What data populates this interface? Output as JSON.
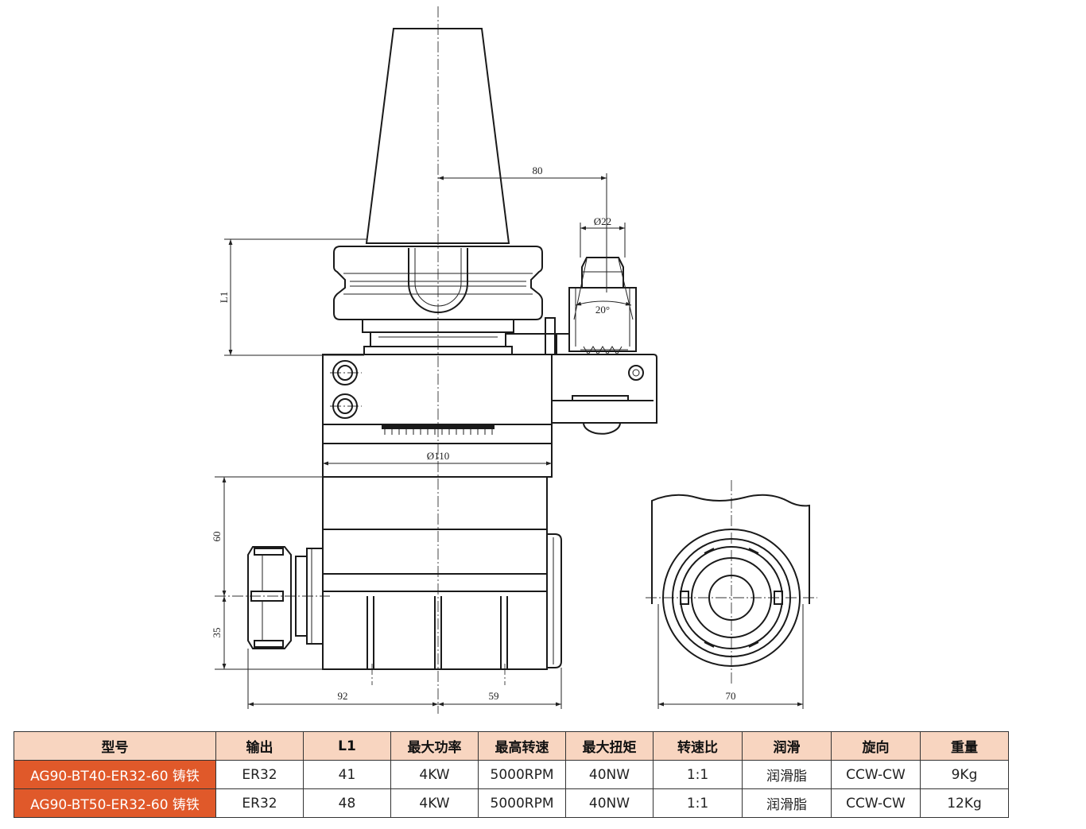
{
  "drawing": {
    "dimensions": {
      "offset": "80",
      "dia_drive": "Ø22",
      "angle": "20°",
      "l1": "L1",
      "dia_body": "Ø110",
      "h60": "60",
      "h35": "35",
      "w92": "92",
      "w59": "59",
      "w70": "70"
    }
  },
  "table": {
    "header_color": "#f8d5c0",
    "model_color": "#e0592a",
    "headers": [
      "型号",
      "输出",
      "L1",
      "最大功率",
      "最高转速",
      "最大扭矩",
      "转速比",
      "润滑",
      "旋向",
      "重量"
    ],
    "rows": [
      [
        "AG90-BT40-ER32-60 铸铁",
        "ER32",
        "41",
        "4KW",
        "5000RPM",
        "40NW",
        "1:1",
        "润滑脂",
        "CCW-CW",
        "9Kg"
      ],
      [
        "AG90-BT50-ER32-60 铸铁",
        "ER32",
        "48",
        "4KW",
        "5000RPM",
        "40NW",
        "1:1",
        "润滑脂",
        "CCW-CW",
        "12Kg"
      ]
    ]
  }
}
